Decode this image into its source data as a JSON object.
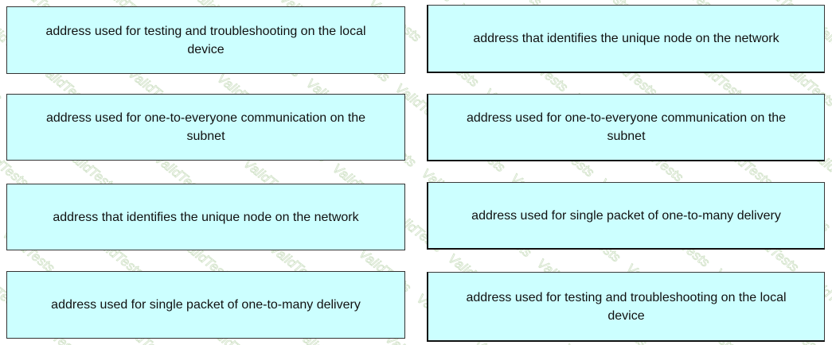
{
  "left_column": {
    "items": [
      {
        "label": "address used for testing and troubleshooting on the local device"
      },
      {
        "label": "address used for one-to-everyone communication on the subnet"
      },
      {
        "label": "address that identifies the unique node on the network"
      },
      {
        "label": "address used for single packet of one-to-many delivery"
      }
    ]
  },
  "right_column": {
    "items": [
      {
        "label": "address that identifies the unique node on the network"
      },
      {
        "label": "address used for one-to-everyone communication on the subnet"
      },
      {
        "label": "address used for single packet of one-to-many delivery"
      },
      {
        "label": "address used for testing and troubleshooting on the local device"
      }
    ]
  },
  "watermark": {
    "text": "ValidTests",
    "color": "#9bbf86"
  },
  "colors": {
    "box_fill": "#ccffff",
    "box_border": "#333333"
  }
}
